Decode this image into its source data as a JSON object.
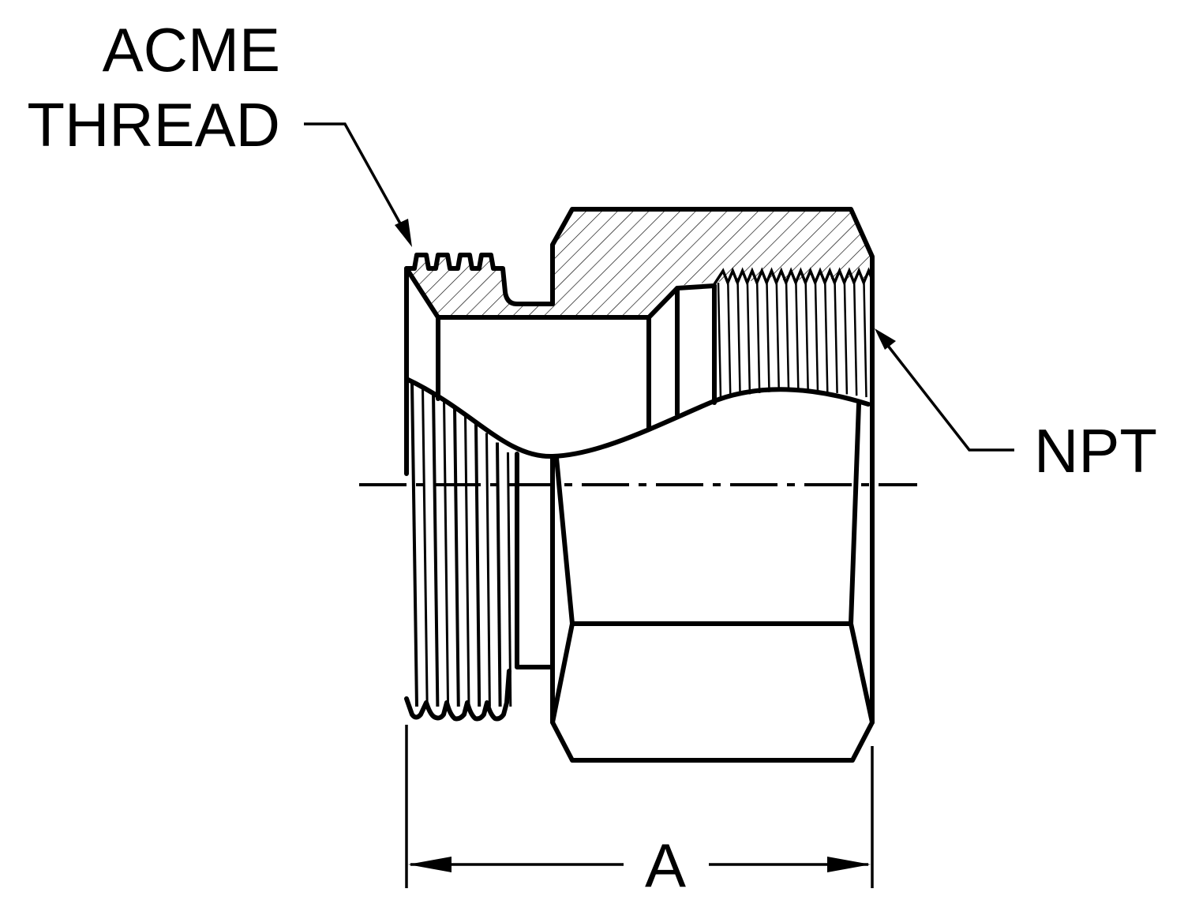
{
  "labels": {
    "acme_line1": "ACME",
    "acme_line2": "THREAD",
    "npt": "NPT",
    "dimension": "A"
  },
  "colors": {
    "line": "#000000",
    "background": "#ffffff"
  }
}
